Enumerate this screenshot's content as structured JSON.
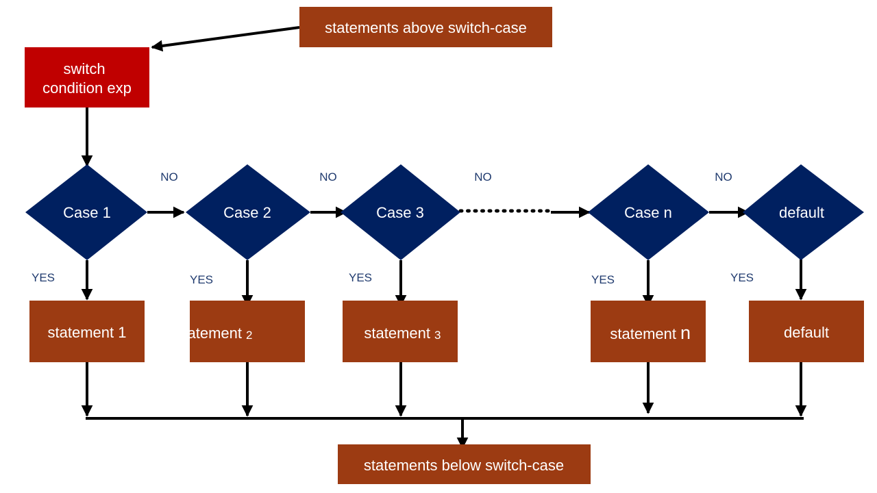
{
  "colors": {
    "process": "#9c3b12",
    "start": "#c00000",
    "decision": "#002060",
    "label": "#1f3a6e",
    "edge": "#000000"
  },
  "nodes": {
    "above": "statements above switch-case",
    "switch_line1": "switch",
    "switch_line2": "condition exp",
    "case1": "Case 1",
    "case2": "Case 2",
    "case3": "Case 3",
    "casen": "Case n",
    "default_decision": "default",
    "stmt1": "statement 1",
    "stmt2_main": "statement",
    "stmt2_sub": "2",
    "stmt3_main": "statement",
    "stmt3_sub": "3",
    "stmtn_main": "statement",
    "stmtn_sub": "n",
    "default_stmt": "default",
    "below": "statements below switch-case"
  },
  "labels": {
    "no": "NO",
    "yes": "YES"
  }
}
